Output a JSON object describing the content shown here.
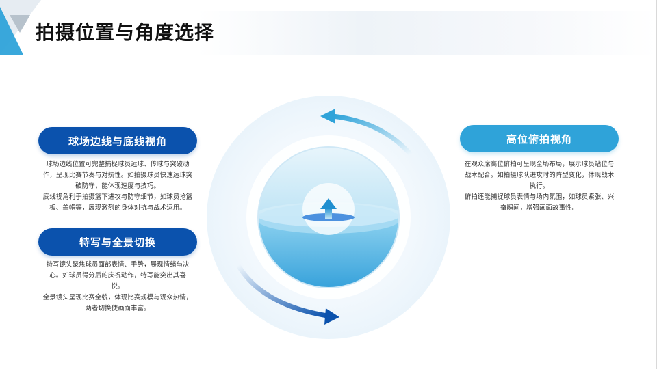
{
  "header": {
    "title": "拍摄位置与角度选择"
  },
  "left_top": {
    "label": "球场边线与底线视角",
    "lines": [
      "球场边线位置可完整捕捉球员运球、传球与突破动",
      "作，呈现比赛节奏与对抗性。如拍摄球员快速运球突",
      "破防守，能体现速度与技巧。",
      "底线视角利于拍摄篮下进攻与防守细节，如球员抢篮",
      "板、盖帽等，展现激烈的身体对抗与战术运用。"
    ]
  },
  "left_bottom": {
    "label": "特写与全景切换",
    "lines": [
      "特写镜头聚焦球员面部表情、手势，展现情绪与决",
      "心。如球员得分后的庆祝动作，特写能突出其喜",
      "悦。",
      "全景镜头呈现比赛全貌，体现比赛规模与观众热情，",
      "两者切换使画面丰富。"
    ]
  },
  "right": {
    "label": "高位俯拍视角",
    "lines": [
      "在观众席高位俯拍可呈现全场布局，展示球员站位与",
      "战术配合。如拍摄球队进攻时的阵型变化，体现战术",
      "执行。",
      "俯拍还能捕捉球员表情与场内氛围，如球员紧张、兴",
      "奋瞬间，增强画面故事性。"
    ]
  },
  "graphic": {
    "top_arrow_icon": "curved-arrow-left-icon",
    "bottom_arrow_icon": "curved-arrow-right-icon",
    "center_icon": "up-arrow-icon",
    "colors": {
      "dark_blue": "#0b52ad",
      "light_blue": "#2fa3d9",
      "sky": "#5cc3ea"
    }
  }
}
